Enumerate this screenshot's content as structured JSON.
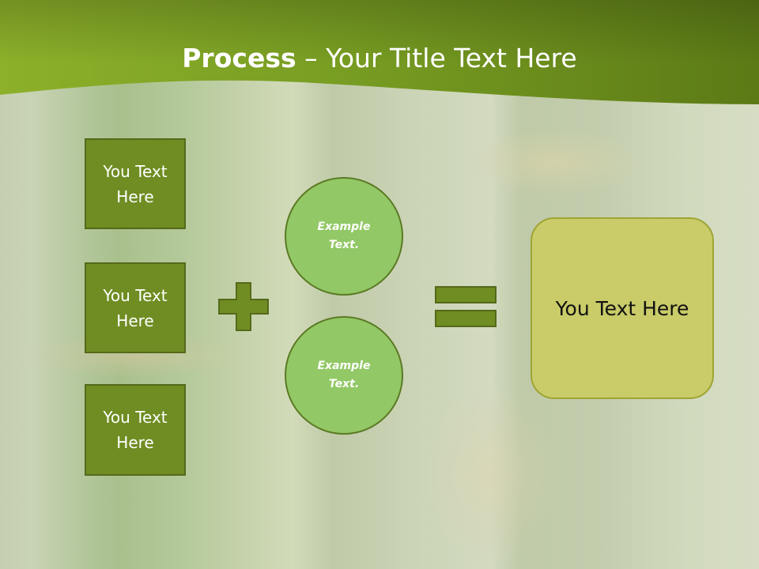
{
  "title": {
    "bold": "Process",
    "rest": " – Your Title Text Here"
  },
  "left_boxes": [
    {
      "label": "You Text Here"
    },
    {
      "label": "You Text Here"
    },
    {
      "label": "You Text Here"
    }
  ],
  "circles": [
    {
      "label": "Example Text."
    },
    {
      "label": "Example Text."
    }
  ],
  "result": {
    "label": "You Text Here"
  },
  "operators": {
    "plus": "plus-icon",
    "equals": "equals-icon"
  },
  "colors": {
    "header": "#6f8f1c",
    "box_fill": "#6f8d22",
    "circle_fill": "#92c865",
    "result_fill": "#c9cc68"
  }
}
